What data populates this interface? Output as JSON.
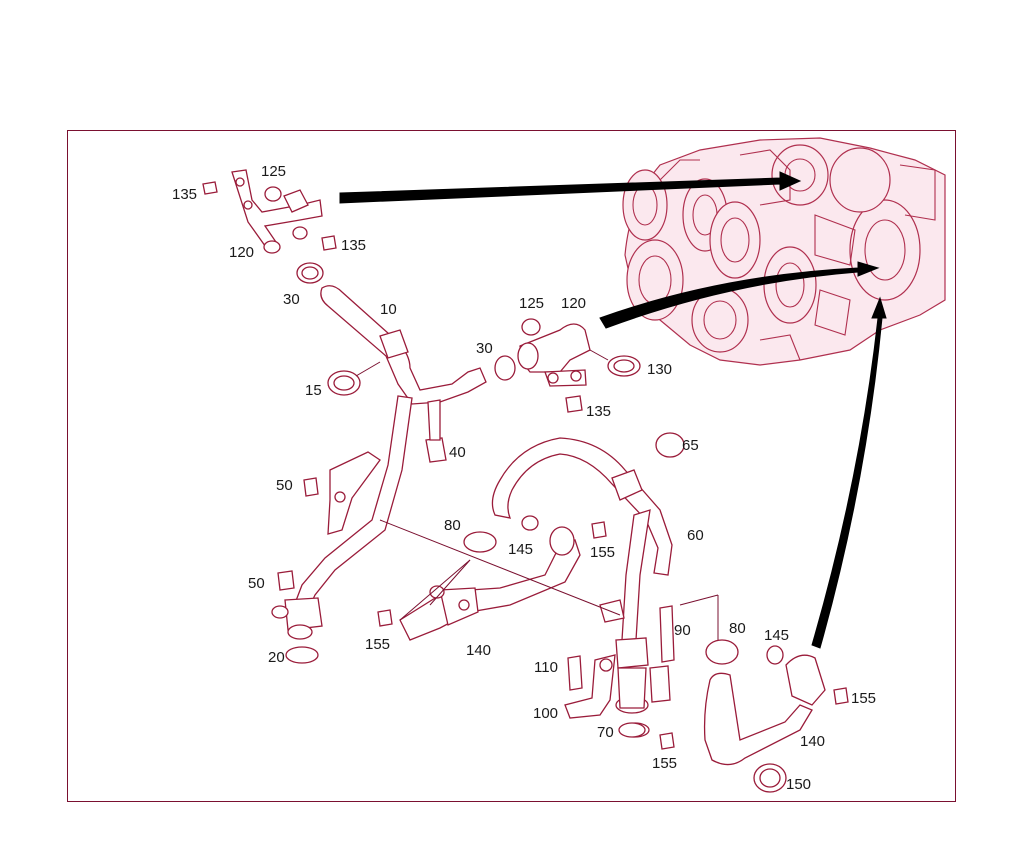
{
  "colors": {
    "line": "#9a1c3a",
    "frame": "#7a1030",
    "arrow": "#000000",
    "label": "#1a1a1a"
  },
  "labels": {
    "l135a": "135",
    "l125a": "125",
    "l120a": "120",
    "l135b": "135",
    "l30a": "30",
    "l10": "10",
    "l125b": "125",
    "l120b": "120",
    "l30b": "30",
    "l130": "130",
    "l15": "15",
    "l135c": "135",
    "l40": "40",
    "l65": "65",
    "l50a": "50",
    "l80a": "80",
    "l145a": "145",
    "l155a": "155",
    "l60": "60",
    "l50b": "50",
    "l90": "90",
    "l80b": "80",
    "l145b": "145",
    "l155b": "155",
    "l140a": "140",
    "l110": "110",
    "l20": "20",
    "l100": "100",
    "l70": "70",
    "l140b": "140",
    "l155c": "155",
    "l150": "150",
    "l155d": "155"
  }
}
